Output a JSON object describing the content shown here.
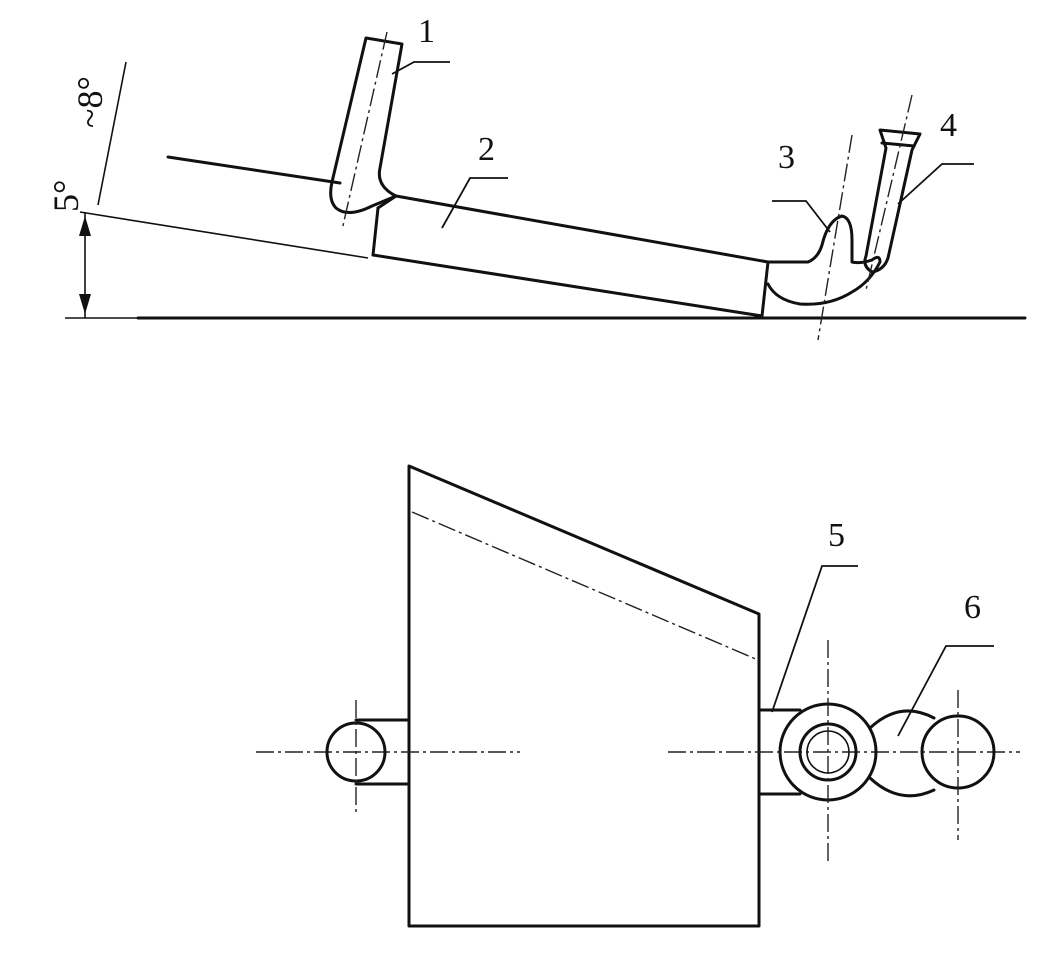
{
  "labels": {
    "part1": "1",
    "part2": "2",
    "part3": "3",
    "part4": "4",
    "part5": "5",
    "part6": "6"
  },
  "angle": {
    "low": "5°",
    "high": "~8°"
  },
  "colors": {
    "line": "#111111",
    "background": "#ffffff"
  }
}
